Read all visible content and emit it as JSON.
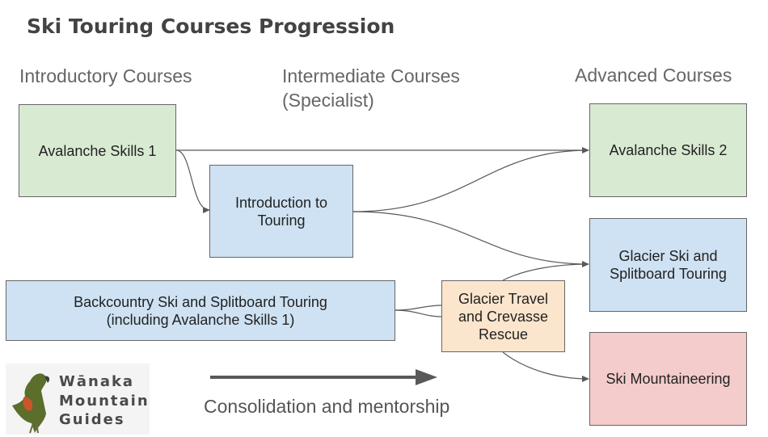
{
  "title": "Ski Touring Courses Progression",
  "columns": {
    "introductory": "Introductory Courses",
    "intermediate": [
      "Intermediate Courses",
      "(Specialist)"
    ],
    "advanced": "Advanced Courses"
  },
  "nodes": {
    "avalanche_skills_1": {
      "lines": [
        "Avalanche Skills 1"
      ],
      "fill": "#d9ead3"
    },
    "intro_touring": {
      "lines": [
        "Introduction to",
        "Touring"
      ],
      "fill": "#cfe2f3"
    },
    "backcountry": {
      "lines": [
        "Backcountry Ski and Splitboard Touring",
        "(including Avalanche Skills 1)"
      ],
      "fill": "#cfe2f3"
    },
    "glacier_travel": {
      "lines": [
        "Glacier Travel",
        "and Crevasse",
        "Rescue"
      ],
      "fill": "#fce5cd"
    },
    "avalanche_skills_2": {
      "lines": [
        "Avalanche Skills 2"
      ],
      "fill": "#d9ead3"
    },
    "glacier_ski": {
      "lines": [
        "Glacier Ski and",
        "Splitboard Touring"
      ],
      "fill": "#cfe2f3"
    },
    "ski_mountaineering": {
      "lines": [
        "Ski Mountaineering"
      ],
      "fill": "#f4cccc"
    }
  },
  "footer": {
    "label": "Consolidation and mentorship"
  },
  "logo": {
    "lines": [
      "Wānaka",
      "Mountain",
      "Guides"
    ]
  },
  "colors": {
    "border": "#666666",
    "edge": "#595959",
    "heading": "#434343"
  }
}
